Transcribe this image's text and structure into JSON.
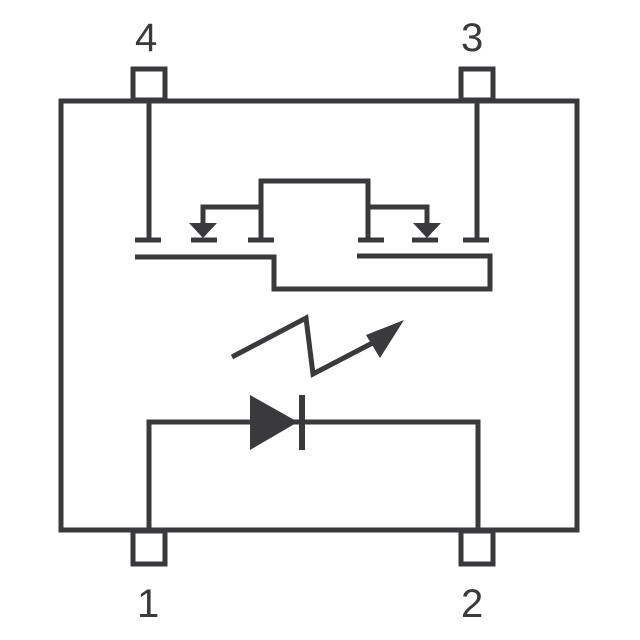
{
  "diagram": {
    "pins": {
      "pin1": "1",
      "pin2": "2",
      "pin3": "3",
      "pin4": "4"
    },
    "stroke_color": "#3a3a3c"
  }
}
